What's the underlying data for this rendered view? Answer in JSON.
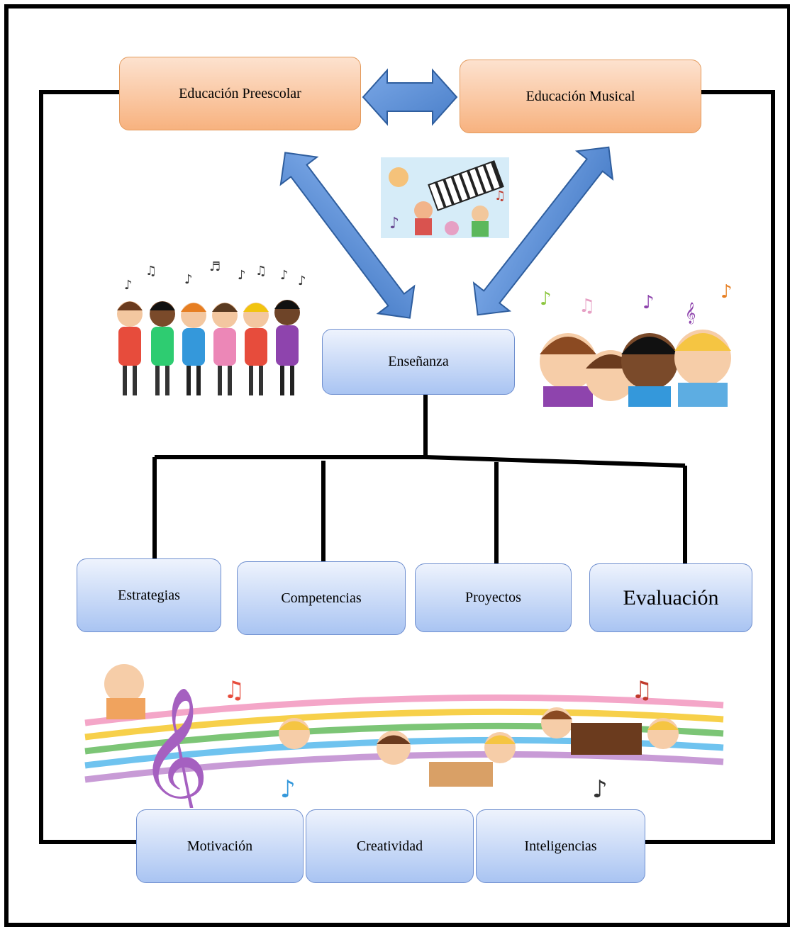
{
  "top_boxes": {
    "preescolar": "Educación Preescolar",
    "musical": "Educación Musical"
  },
  "center_box": "Enseñanza",
  "branch_boxes": {
    "estrategias": "Estrategias",
    "competencias": "Competencias",
    "proyectos": "Proyectos",
    "evaluacion": "Evaluación"
  },
  "bottom_boxes": {
    "motivacion": "Motivación",
    "creatividad": "Creatividad",
    "inteligencias": "Inteligencias"
  },
  "colors": {
    "orange_box": "#f7b27f",
    "blue_box": "#a9c4f2",
    "arrow_fill": "#5b8fd6",
    "arrow_stroke": "#2f5e9e"
  },
  "images": [
    "music-collage-image",
    "singing-children-image",
    "happy-children-image",
    "music-staff-children-image"
  ]
}
